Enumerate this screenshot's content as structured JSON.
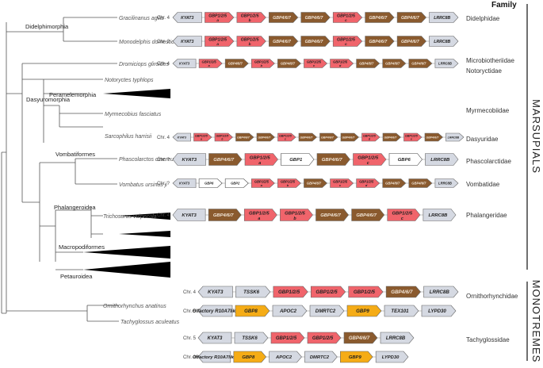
{
  "header": {
    "family_label": "Family"
  },
  "groups": {
    "marsupials": "MARSUPIALS",
    "monotremes": "MONOTREMES"
  },
  "clades": {
    "didelphimorphia": "Didelphimorphia",
    "peramelemorphia": "Peramelemorphia",
    "dasyuromorphia": "Dasyuromorphia",
    "vombatiformes": "Vombatiformes",
    "phalangeroidea": "Phalangeroidea",
    "macropodiformes": "Macropodiformes",
    "petauroidea": "Petauroidea"
  },
  "species": {
    "gracilinanus": "Gracilinanus agilis",
    "monodelphis": "Monodelphis domestica",
    "dromiciops": "Dromiciops gliroides",
    "notoryctes": "Notoryctes typhlops",
    "myrmecobius": "Myrmecobius fasciatus",
    "sarcophilus": "Sarcophilus harrisii",
    "phascolarctos": "Phascolarctos cinereus",
    "vombatus": "Vombatus ursinus ji",
    "trichosurus": "Trichosurus vulpecula",
    "ornithorhynchus": "Ornithorhynchus anatinus",
    "tachyglossus": "Tachyglossus aculeatus"
  },
  "families": {
    "didelphidae": "Didelphidae",
    "microbiotheriidae": "Microbiotheriidae",
    "notoryctidae": "Notoryctidae",
    "myrmecobiidae": "Myrmecobiidae",
    "dasyuridae": "Dasyuridae",
    "phascolarctidae": "Phascolarctidae",
    "vombatidae": "Vombatidae",
    "phalangeridae": "Phalangeridae",
    "ornithorhynchidae": "Ornithorhynchidae",
    "tachyglossidae": "Tachyglossidae"
  },
  "colors": {
    "flank": "#d5d9e2",
    "gbp125": "#f0646b",
    "gbp467": "#8a5a2e",
    "gbp_other": "#ffffff",
    "gbp89": "#f5ac16"
  },
  "rows": [
    {
      "chr": "Chr. 4",
      "genes": [
        {
          "n": "KYAT3",
          "t": "flank"
        },
        {
          "n": "GBP1/2/5",
          "s": "a",
          "t": "gbp125"
        },
        {
          "n": "GBP1/2/5",
          "s": "b",
          "t": "gbp125"
        },
        {
          "n": "GBP4/6/7",
          "t": "gbp467"
        },
        {
          "n": "GBP4/6/7",
          "t": "gbp467"
        },
        {
          "n": "GBP1/2/5",
          "s": "c",
          "t": "gbp125"
        },
        {
          "n": "GBP4/6/7",
          "t": "gbp467"
        },
        {
          "n": "GBP4/6/7",
          "t": "gbp467"
        },
        {
          "n": "LRRC8B",
          "t": "flank"
        }
      ]
    },
    {
      "chr": "Chr. 2",
      "genes": [
        {
          "n": "KYAT3",
          "t": "flank"
        },
        {
          "n": "GBP1/2/5",
          "s": "a",
          "t": "gbp125"
        },
        {
          "n": "GBP1/2/5",
          "s": "b",
          "t": "gbp125"
        },
        {
          "n": "GBP4/6/7",
          "t": "gbp467"
        },
        {
          "n": "GBP4/6/7",
          "t": "gbp467"
        },
        {
          "n": "GBP1/2/5",
          "s": "c",
          "t": "gbp125"
        },
        {
          "n": "GBP4/6/7",
          "t": "gbp467"
        },
        {
          "n": "GBP4/6/7",
          "t": "gbp467"
        },
        {
          "n": "LRRC8B",
          "t": "flank"
        }
      ]
    },
    {
      "chr": "Chr. 4",
      "genes": [
        {
          "n": "KYAT3",
          "t": "flank"
        },
        {
          "n": "GBP1/2/5",
          "s": "a",
          "t": "gbp125"
        },
        {
          "n": "GBP4/6/7",
          "t": "gbp467"
        },
        {
          "n": "GBP1/2/5",
          "s": "b",
          "t": "gbp125"
        },
        {
          "n": "GBP4/6/7",
          "t": "gbp467"
        },
        {
          "n": "GBP1/2/5",
          "s": "c",
          "t": "gbp125"
        },
        {
          "n": "GBP1/2/5",
          "s": "d",
          "t": "gbp125"
        },
        {
          "n": "GBP4/6/7",
          "t": "gbp467"
        },
        {
          "n": "GBP4/6/7",
          "t": "gbp467"
        },
        {
          "n": "GBP4/6/7",
          "t": "gbp467"
        },
        {
          "n": "LRRC8B",
          "t": "flank"
        }
      ]
    },
    {
      "chr": "Chr. 4",
      "genes": [
        {
          "n": "KYAT3",
          "t": "flank"
        },
        {
          "n": "GBP1/2/5",
          "s": "a",
          "t": "gbp125"
        },
        {
          "n": "GBP1/2/5",
          "s": "b",
          "t": "gbp125"
        },
        {
          "n": "GBP4/6/7",
          "t": "gbp467"
        },
        {
          "n": "GBP4/6/7",
          "t": "gbp467"
        },
        {
          "n": "GBP1/2/5",
          "s": "c",
          "t": "gbp125"
        },
        {
          "n": "GBP4/6/7",
          "t": "gbp467"
        },
        {
          "n": "GBP4/6/7",
          "t": "gbp467"
        },
        {
          "n": "GBP4/6/7",
          "t": "gbp467"
        },
        {
          "n": "GBP1/2/5",
          "s": "d",
          "t": "gbp125"
        },
        {
          "n": "GBP4/6/7",
          "t": "gbp467"
        },
        {
          "n": "GBP1/2/5",
          "s": "e",
          "t": "gbp125"
        },
        {
          "n": "GBP4/6/7",
          "t": "gbp467"
        },
        {
          "n": "LRRC8B",
          "t": "flank"
        }
      ]
    },
    {
      "chr": "Chr. ?",
      "genes": [
        {
          "n": "KYAT3",
          "t": "flank"
        },
        {
          "n": "GBP4/6/7",
          "t": "gbp467"
        },
        {
          "n": "GBP1/2/5",
          "s": "a",
          "t": "gbp125"
        },
        {
          "n": "GBP1",
          "t": "gbp_other"
        },
        {
          "n": "GBP4/6/7",
          "t": "gbp467"
        },
        {
          "n": "GBP1/2/5",
          "s": "c",
          "t": "gbp125"
        },
        {
          "n": "GBP6",
          "t": "gbp_other"
        },
        {
          "n": "LRRC8B",
          "t": "flank"
        }
      ]
    },
    {
      "chr": "Chr. ?",
      "genes": [
        {
          "n": "KYAT3",
          "t": "flank"
        },
        {
          "n": "GBP6",
          "t": "gbp_other"
        },
        {
          "n": "GBP2",
          "t": "gbp_other"
        },
        {
          "n": "GBP1/2/5",
          "s": "a",
          "t": "gbp125"
        },
        {
          "n": "GBP1/2/5",
          "s": "b",
          "t": "gbp125"
        },
        {
          "n": "GBP4/6/7",
          "t": "gbp467"
        },
        {
          "n": "GBP1/2/5",
          "s": "c",
          "t": "gbp125"
        },
        {
          "n": "GBP1/2/5",
          "s": "d",
          "t": "gbp125"
        },
        {
          "n": "GBP4/6/7",
          "t": "gbp467"
        },
        {
          "n": "GBP4/6/7",
          "t": "gbp467"
        },
        {
          "n": "LRRC8B",
          "t": "flank"
        }
      ]
    },
    {
      "chr": "Chr. 4",
      "genes": [
        {
          "n": "KYAT3",
          "t": "flank"
        },
        {
          "n": "GBP4/6/7",
          "t": "gbp467"
        },
        {
          "n": "GBP1/2/5",
          "s": "a",
          "t": "gbp125"
        },
        {
          "n": "GBP1/2/5",
          "s": "b",
          "t": "gbp125"
        },
        {
          "n": "GBP4/6/7",
          "t": "gbp467"
        },
        {
          "n": "GBP4/6/7",
          "t": "gbp467"
        },
        {
          "n": "GBP1/2/5",
          "s": "c",
          "t": "gbp125"
        },
        {
          "n": "LRRC8B",
          "t": "flank"
        }
      ]
    },
    {
      "chr": "Chr. 4",
      "genes": [
        {
          "n": "KYAT3",
          "t": "flank"
        },
        {
          "n": "TSSK6",
          "t": "flank"
        },
        {
          "n": "GBP1/2/5",
          "t": "gbp125"
        },
        {
          "n": "GBP1/2/5",
          "t": "gbp125"
        },
        {
          "n": "GBP1/2/5",
          "t": "gbp125"
        },
        {
          "n": "GBP4/6/7",
          "t": "gbp467"
        },
        {
          "n": "LRRC8B",
          "t": "flank"
        }
      ]
    },
    {
      "chr": "Chr. 5",
      "genes": [
        {
          "n": "Olfactory R10A7like",
          "t": "flank"
        },
        {
          "n": "GBP8",
          "t": "gbp89"
        },
        {
          "n": "APOC2",
          "t": "flank"
        },
        {
          "n": "DMRTC2",
          "t": "flank"
        },
        {
          "n": "GBP9",
          "t": "gbp89"
        },
        {
          "n": "TEX101",
          "t": "flank"
        },
        {
          "n": "LYPD30",
          "t": "flank"
        }
      ]
    },
    {
      "chr": "Chr. 5",
      "genes": [
        {
          "n": "KYAT3",
          "t": "flank"
        },
        {
          "n": "TSSK6",
          "t": "flank"
        },
        {
          "n": "GBP1/2/5",
          "t": "gbp125"
        },
        {
          "n": "GBP1/2/5",
          "t": "gbp125"
        },
        {
          "n": "GBP4/6/7",
          "t": "gbp467"
        },
        {
          "n": "LRRC8B",
          "t": "flank"
        }
      ]
    },
    {
      "chr": "Chr. 26",
      "genes": [
        {
          "n": "Olfactory R10A7like",
          "t": "flank"
        },
        {
          "n": "GBP8",
          "t": "gbp89"
        },
        {
          "n": "APOC2",
          "t": "flank"
        },
        {
          "n": "DMRTC2",
          "t": "flank"
        },
        {
          "n": "GBP9",
          "t": "gbp89"
        },
        {
          "n": "LYPD30",
          "t": "flank"
        }
      ]
    }
  ]
}
